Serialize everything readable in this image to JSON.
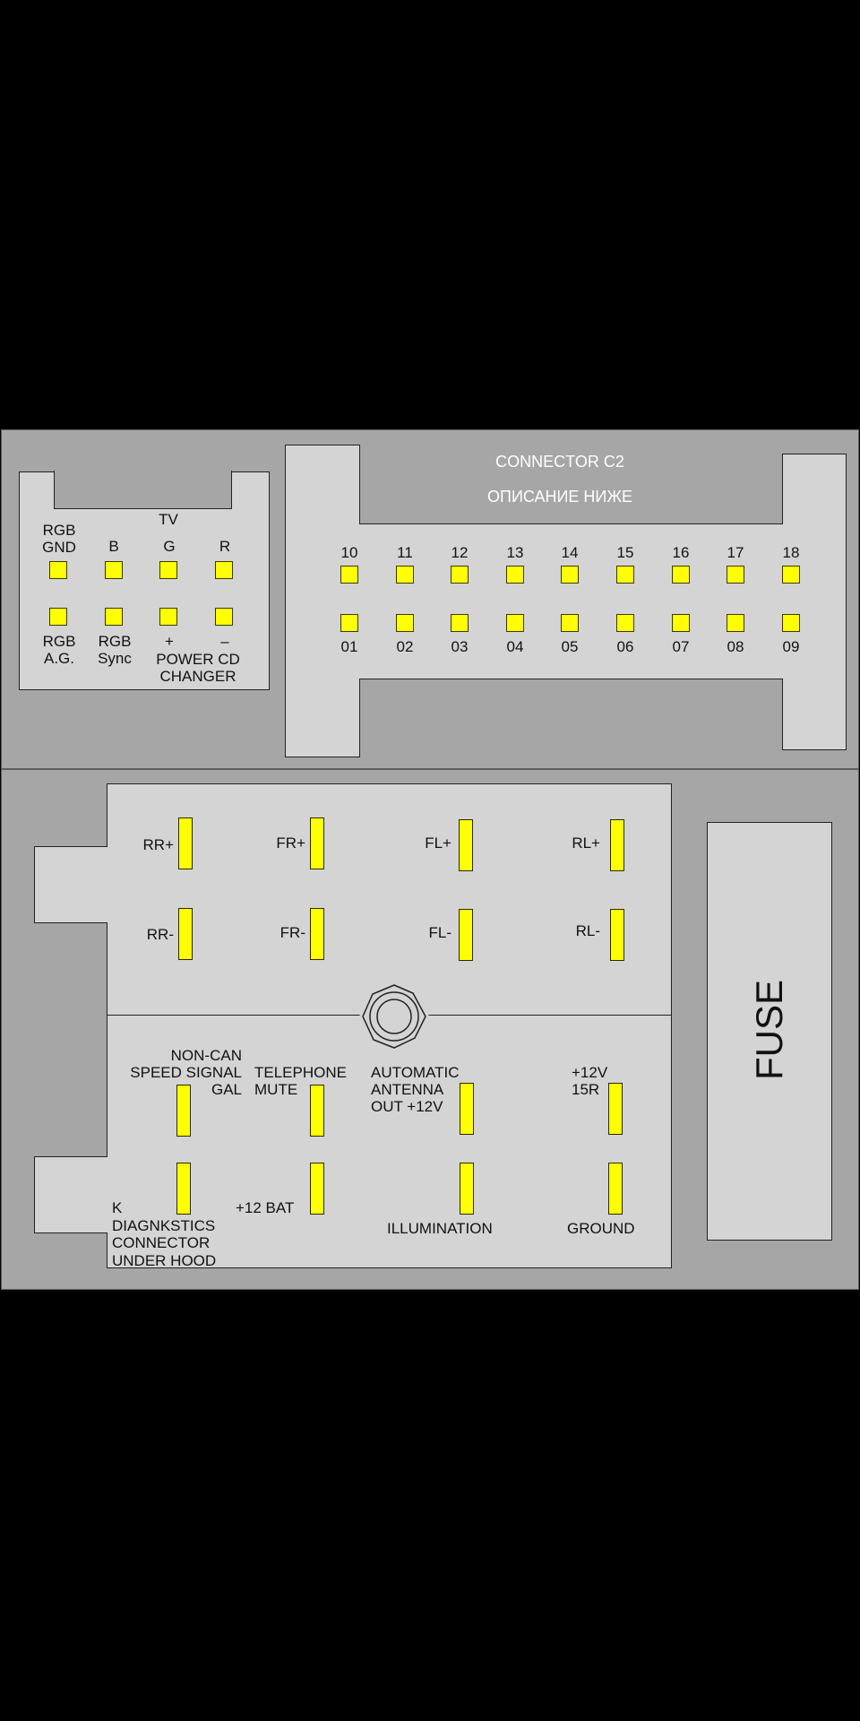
{
  "tv_connector": {
    "title": "TV",
    "top_labels": [
      "RGB\nGND",
      "B",
      "G",
      "R"
    ],
    "bottom_labels": [
      "RGB\nA.G.",
      "RGB\nSync",
      "+",
      "–"
    ],
    "bottom_sub": "POWER CD\nCHANGER"
  },
  "c2_connector": {
    "title": "CONNECTOR C2",
    "subtitle": "ОПИСАНИЕ НИЖЕ",
    "top_pins": [
      "10",
      "11",
      "12",
      "13",
      "14",
      "15",
      "16",
      "17",
      "18"
    ],
    "bottom_pins": [
      "01",
      "02",
      "03",
      "04",
      "05",
      "06",
      "07",
      "08",
      "09"
    ]
  },
  "main_connector": {
    "speaker_top": [
      "RR+",
      "FR+",
      "FL+",
      "RL+"
    ],
    "speaker_bottom": [
      "RR-",
      "FR-",
      "FL-",
      "RL-"
    ],
    "row3": [
      "NON-CAN\nSPEED SIGNAL\nGAL",
      "TELEPHONE\nMUTE",
      "AUTOMATIC\nANTENNA\nOUT +12V",
      "+12V\n15R"
    ],
    "row4": [
      "K\nDIAGNKSTICS\nCONNECTOR\nUNDER HOOD",
      "+12 BAT",
      "ILLUMINATION",
      "GROUND"
    ]
  },
  "fuse": {
    "label": "FUSE"
  }
}
